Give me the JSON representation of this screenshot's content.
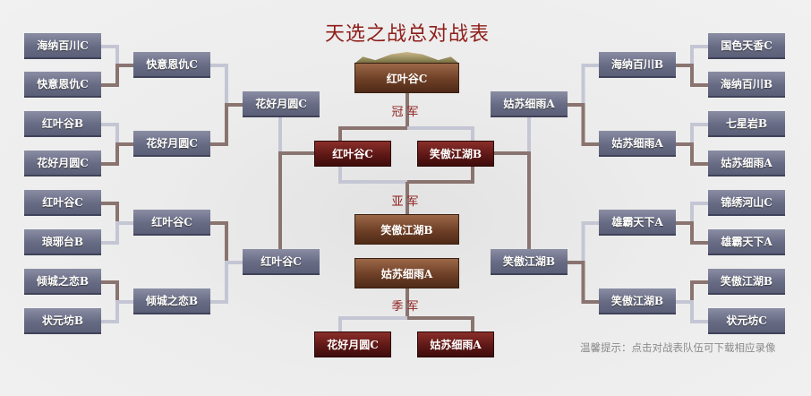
{
  "title": "天选之战总对战表",
  "colors": {
    "win_line": "#8a7470",
    "lose_line": "#c4c6d4"
  },
  "left": {
    "r1": [
      "海纳百川C",
      "快意恩仇C",
      "红叶谷B",
      "花好月圆C",
      "红叶谷C",
      "琅琊台B",
      "倾城之恋B",
      "状元坊B"
    ],
    "r1_winners": [
      1,
      3,
      4,
      6
    ],
    "r2": [
      "快意恩仇C",
      "花好月圆C",
      "红叶谷C",
      "倾城之恋B"
    ],
    "r2_winners": [
      1,
      2
    ],
    "r3": [
      "花好月圆C",
      "红叶谷C"
    ],
    "r3_winner": 1
  },
  "right": {
    "r1": [
      "国色天香C",
      "海纳百川B",
      "七星岩B",
      "姑苏细雨A",
      "锦绣河山C",
      "雄霸天下A",
      "笑傲江湖B",
      "状元坊C"
    ],
    "r1_winners": [
      1,
      3,
      5,
      6
    ],
    "r2": [
      "海纳百川B",
      "姑苏细雨A",
      "雄霸天下A",
      "笑傲江湖B"
    ],
    "r2_winners": [
      1,
      3
    ],
    "r3": [
      "姑苏细雨A",
      "笑傲江湖B"
    ],
    "r3_winner": 1
  },
  "center": {
    "champion": "红叶谷C",
    "champion_label": "冠军",
    "finals": [
      "红叶谷C",
      "笑傲江湖B"
    ],
    "runner_up_label": "亚军",
    "runner_up": "笑傲江湖B",
    "third_place": "姑苏细雨A",
    "third_place_label": "季军",
    "third_match": [
      "花好月圆C",
      "姑苏细雨A"
    ]
  },
  "note": "温馨提示：点击对战表队伍可下载相应录像"
}
